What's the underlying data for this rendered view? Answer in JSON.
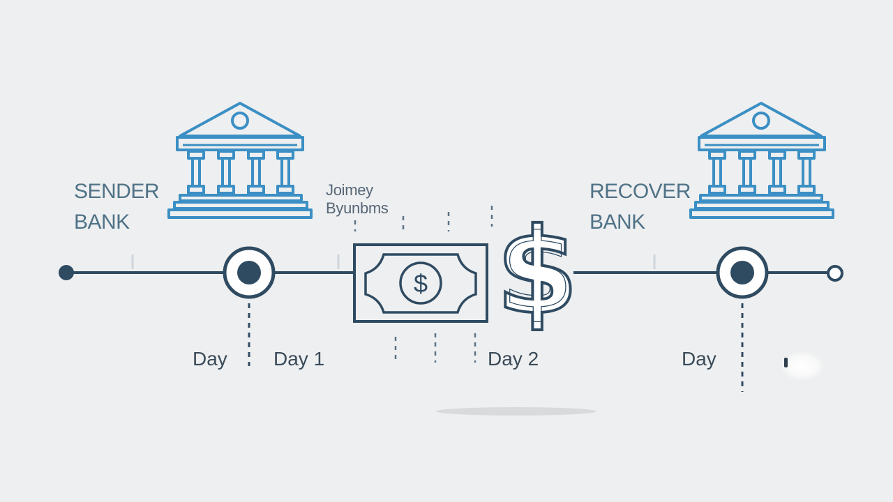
{
  "sender": {
    "line1": "SENDER",
    "line2": "BANK"
  },
  "receiver": {
    "line1": "RECOVER",
    "line2": "BANK"
  },
  "caption": {
    "line1": "Joimey",
    "line2": "Byunbms"
  },
  "days": {
    "day_a": "Day",
    "day_1": "Day 1",
    "day_2": "Day 2",
    "day_b": "Day"
  },
  "icons": {
    "sender_bank": "bank-building-icon",
    "receiver_bank": "bank-building-icon",
    "banknote": "banknote-dollar-icon",
    "dollar": "dollar-sign-icon"
  },
  "colors": {
    "accent_blue": "#3b8fc4",
    "line_dark": "#2f4b62",
    "text_blue": "#4f7287",
    "background": "#eeeff0"
  }
}
